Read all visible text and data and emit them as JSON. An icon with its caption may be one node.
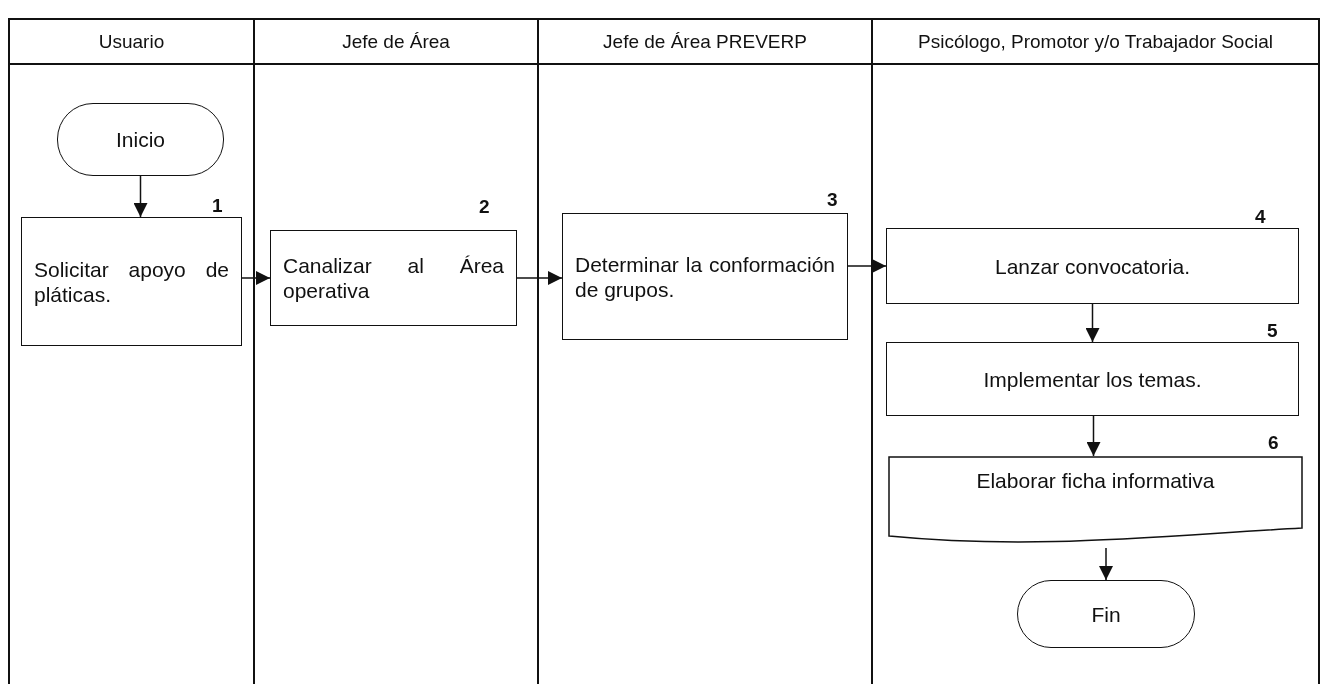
{
  "diagram": {
    "nodes": [
      {
        "text": [
          "Usuario"
        ]
      },
      {
        "text": [
          "Jefe de Área"
        ]
      },
      {
        "text": [
          "Jefe de Área PREVERP"
        ]
      },
      {
        "text": [
          "Psicólogo, Promotor y/o Trabajador Social"
        ]
      },
      {
        "text": [
          "Inicio"
        ],
        "in": 0
      },
      {
        "text": [
          "Solicitar apoyo de pláticas."
        ],
        "in": 0,
        "beside": [
          "1"
        ]
      },
      {
        "text": [
          "Canalizar al Área operativa"
        ],
        "in": 1,
        "beside": [
          "2"
        ]
      },
      {
        "text": [
          "Determinar la conformación de grupos."
        ],
        "in": 2,
        "beside": [
          "3"
        ]
      },
      {
        "text": [
          "Lanzar convocatoria."
        ],
        "in": 3,
        "beside": [
          "4"
        ]
      },
      {
        "text": [
          "Implementar los temas."
        ],
        "in": 3,
        "beside": [
          "5"
        ]
      },
      {
        "text": [
          "Elaborar ficha informativa"
        ],
        "in": 3,
        "beside": [
          "6"
        ]
      },
      {
        "text": [
          "Fin"
        ],
        "in": 3
      }
    ],
    "edges": [
      {
        "from": 4,
        "to": 5,
        "arrow": "to"
      },
      {
        "from": 5,
        "to": 6,
        "arrow": "to"
      },
      {
        "from": 6,
        "to": 7,
        "arrow": "to"
      },
      {
        "from": 7,
        "to": 8,
        "arrow": "to"
      },
      {
        "from": 8,
        "to": 9,
        "arrow": "to"
      },
      {
        "from": 9,
        "to": 10,
        "arrow": "to"
      },
      {
        "from": 10,
        "to": 11,
        "arrow": "to"
      }
    ]
  }
}
